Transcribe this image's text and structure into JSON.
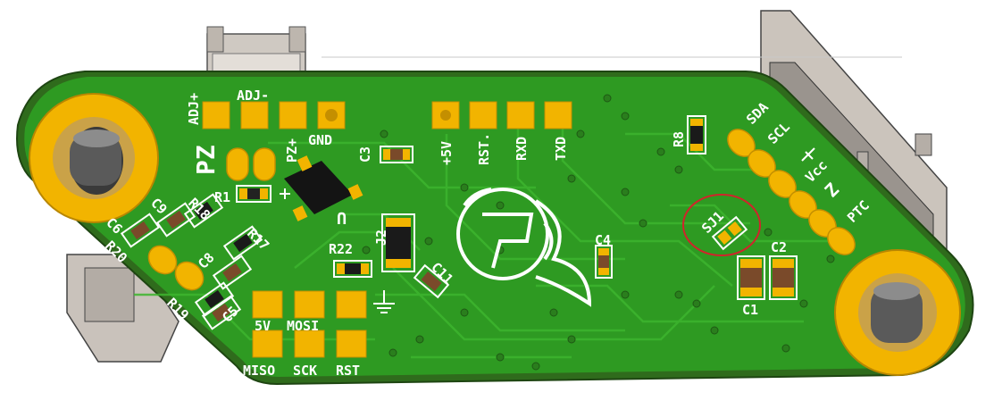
{
  "colors": {
    "board_edge": "#2f6b1c",
    "board": "#2e9a22",
    "board_inner": "#33a826",
    "pad": "#f2b400",
    "silk": "#ffffff",
    "grey_part": "#c9c2bb",
    "highlight": "#d0242b"
  },
  "labels": {
    "adj_plus": "ADJ+",
    "adj_minus": "ADJ-",
    "pz": "PZ",
    "pz_plus": "PZ+",
    "gnd": "GND",
    "c3": "C3",
    "plus5v": "+5V",
    "rst_dot": "RST.",
    "rxd": "RXD",
    "txd": "TXD",
    "r8": "R8",
    "sda": "SDA",
    "scl": "SCL",
    "vcc": "Vcc",
    "z": "Z",
    "ptc": "PTC",
    "sj1": "SJ1",
    "c2": "C2",
    "c1": "C1",
    "c4": "C4",
    "r1": "R1",
    "u": "U",
    "j2": "J2",
    "r22": "R22",
    "c11": "C11",
    "c6": "C6",
    "c9": "C9",
    "r18": "R18",
    "r20": "R20",
    "r17": "R17",
    "c8": "C8",
    "r19": "R19",
    "c5": "C5",
    "fivev": "5V",
    "mosi": "MOSI",
    "miso": "MISO",
    "sck": "SCK",
    "rst": "RST"
  }
}
